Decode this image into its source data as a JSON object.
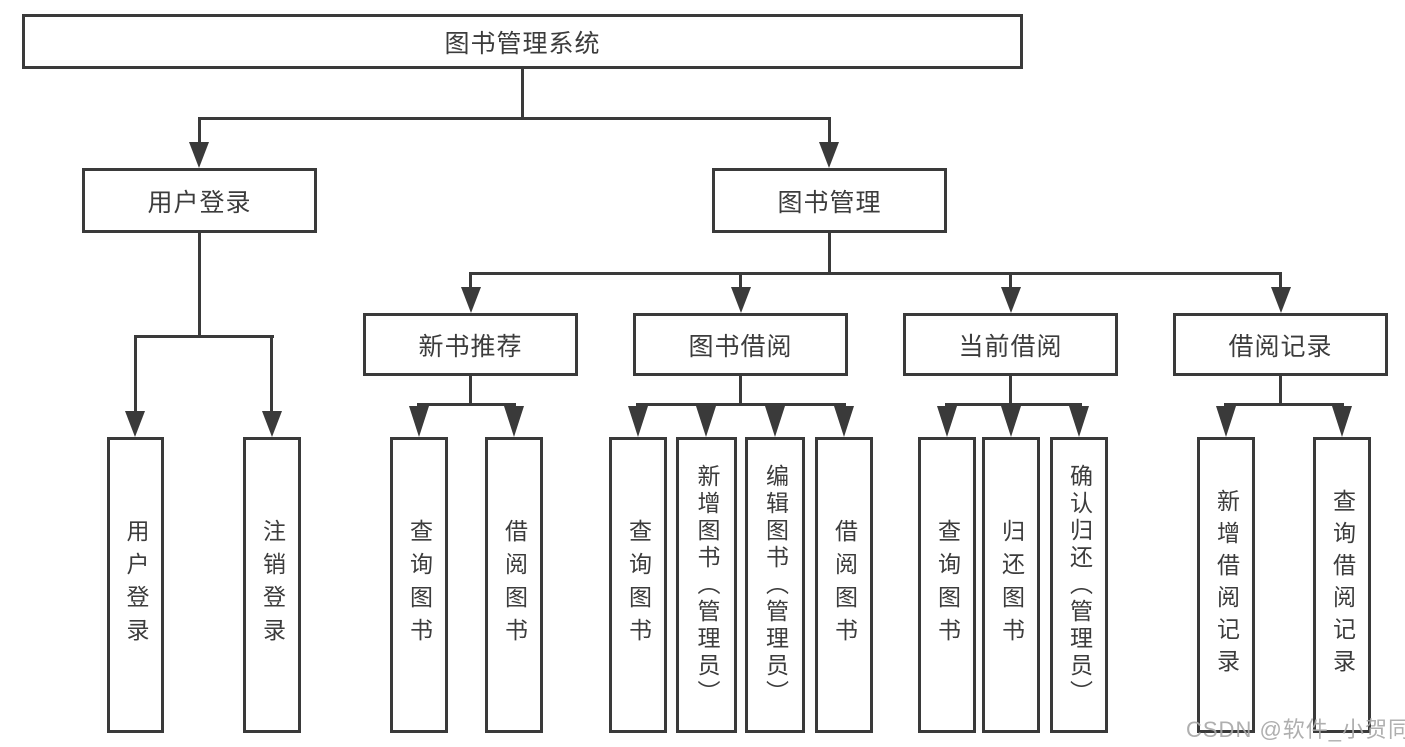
{
  "diagram": {
    "root": {
      "label": "图书管理系统"
    },
    "user_login": {
      "label": "用户登录",
      "children": [
        {
          "label": "用户登录"
        },
        {
          "label": "注销登录"
        }
      ]
    },
    "book_mgmt": {
      "label": "图书管理",
      "groups": [
        {
          "label": "新书推荐",
          "children": [
            {
              "label": "查询图书"
            },
            {
              "label": "借阅图书"
            }
          ]
        },
        {
          "label": "图书借阅",
          "children": [
            {
              "label": "查询图书"
            },
            {
              "label": "新增图书（管理员）"
            },
            {
              "label": "编辑图书（管理员）"
            },
            {
              "label": "借阅图书"
            }
          ]
        },
        {
          "label": "当前借阅",
          "children": [
            {
              "label": "查询图书"
            },
            {
              "label": "归还图书"
            },
            {
              "label": "确认归还（管理员）"
            }
          ]
        },
        {
          "label": "借阅记录",
          "children": [
            {
              "label": "新增借阅记录"
            },
            {
              "label": "查询借阅记录"
            }
          ]
        }
      ]
    },
    "watermark": "CSDN @软件_小贺同学"
  },
  "colors": {
    "line": "#3a3a3a",
    "text": "#3c3c3c",
    "watermark": "#a8a8a8",
    "background": "#ffffff"
  }
}
